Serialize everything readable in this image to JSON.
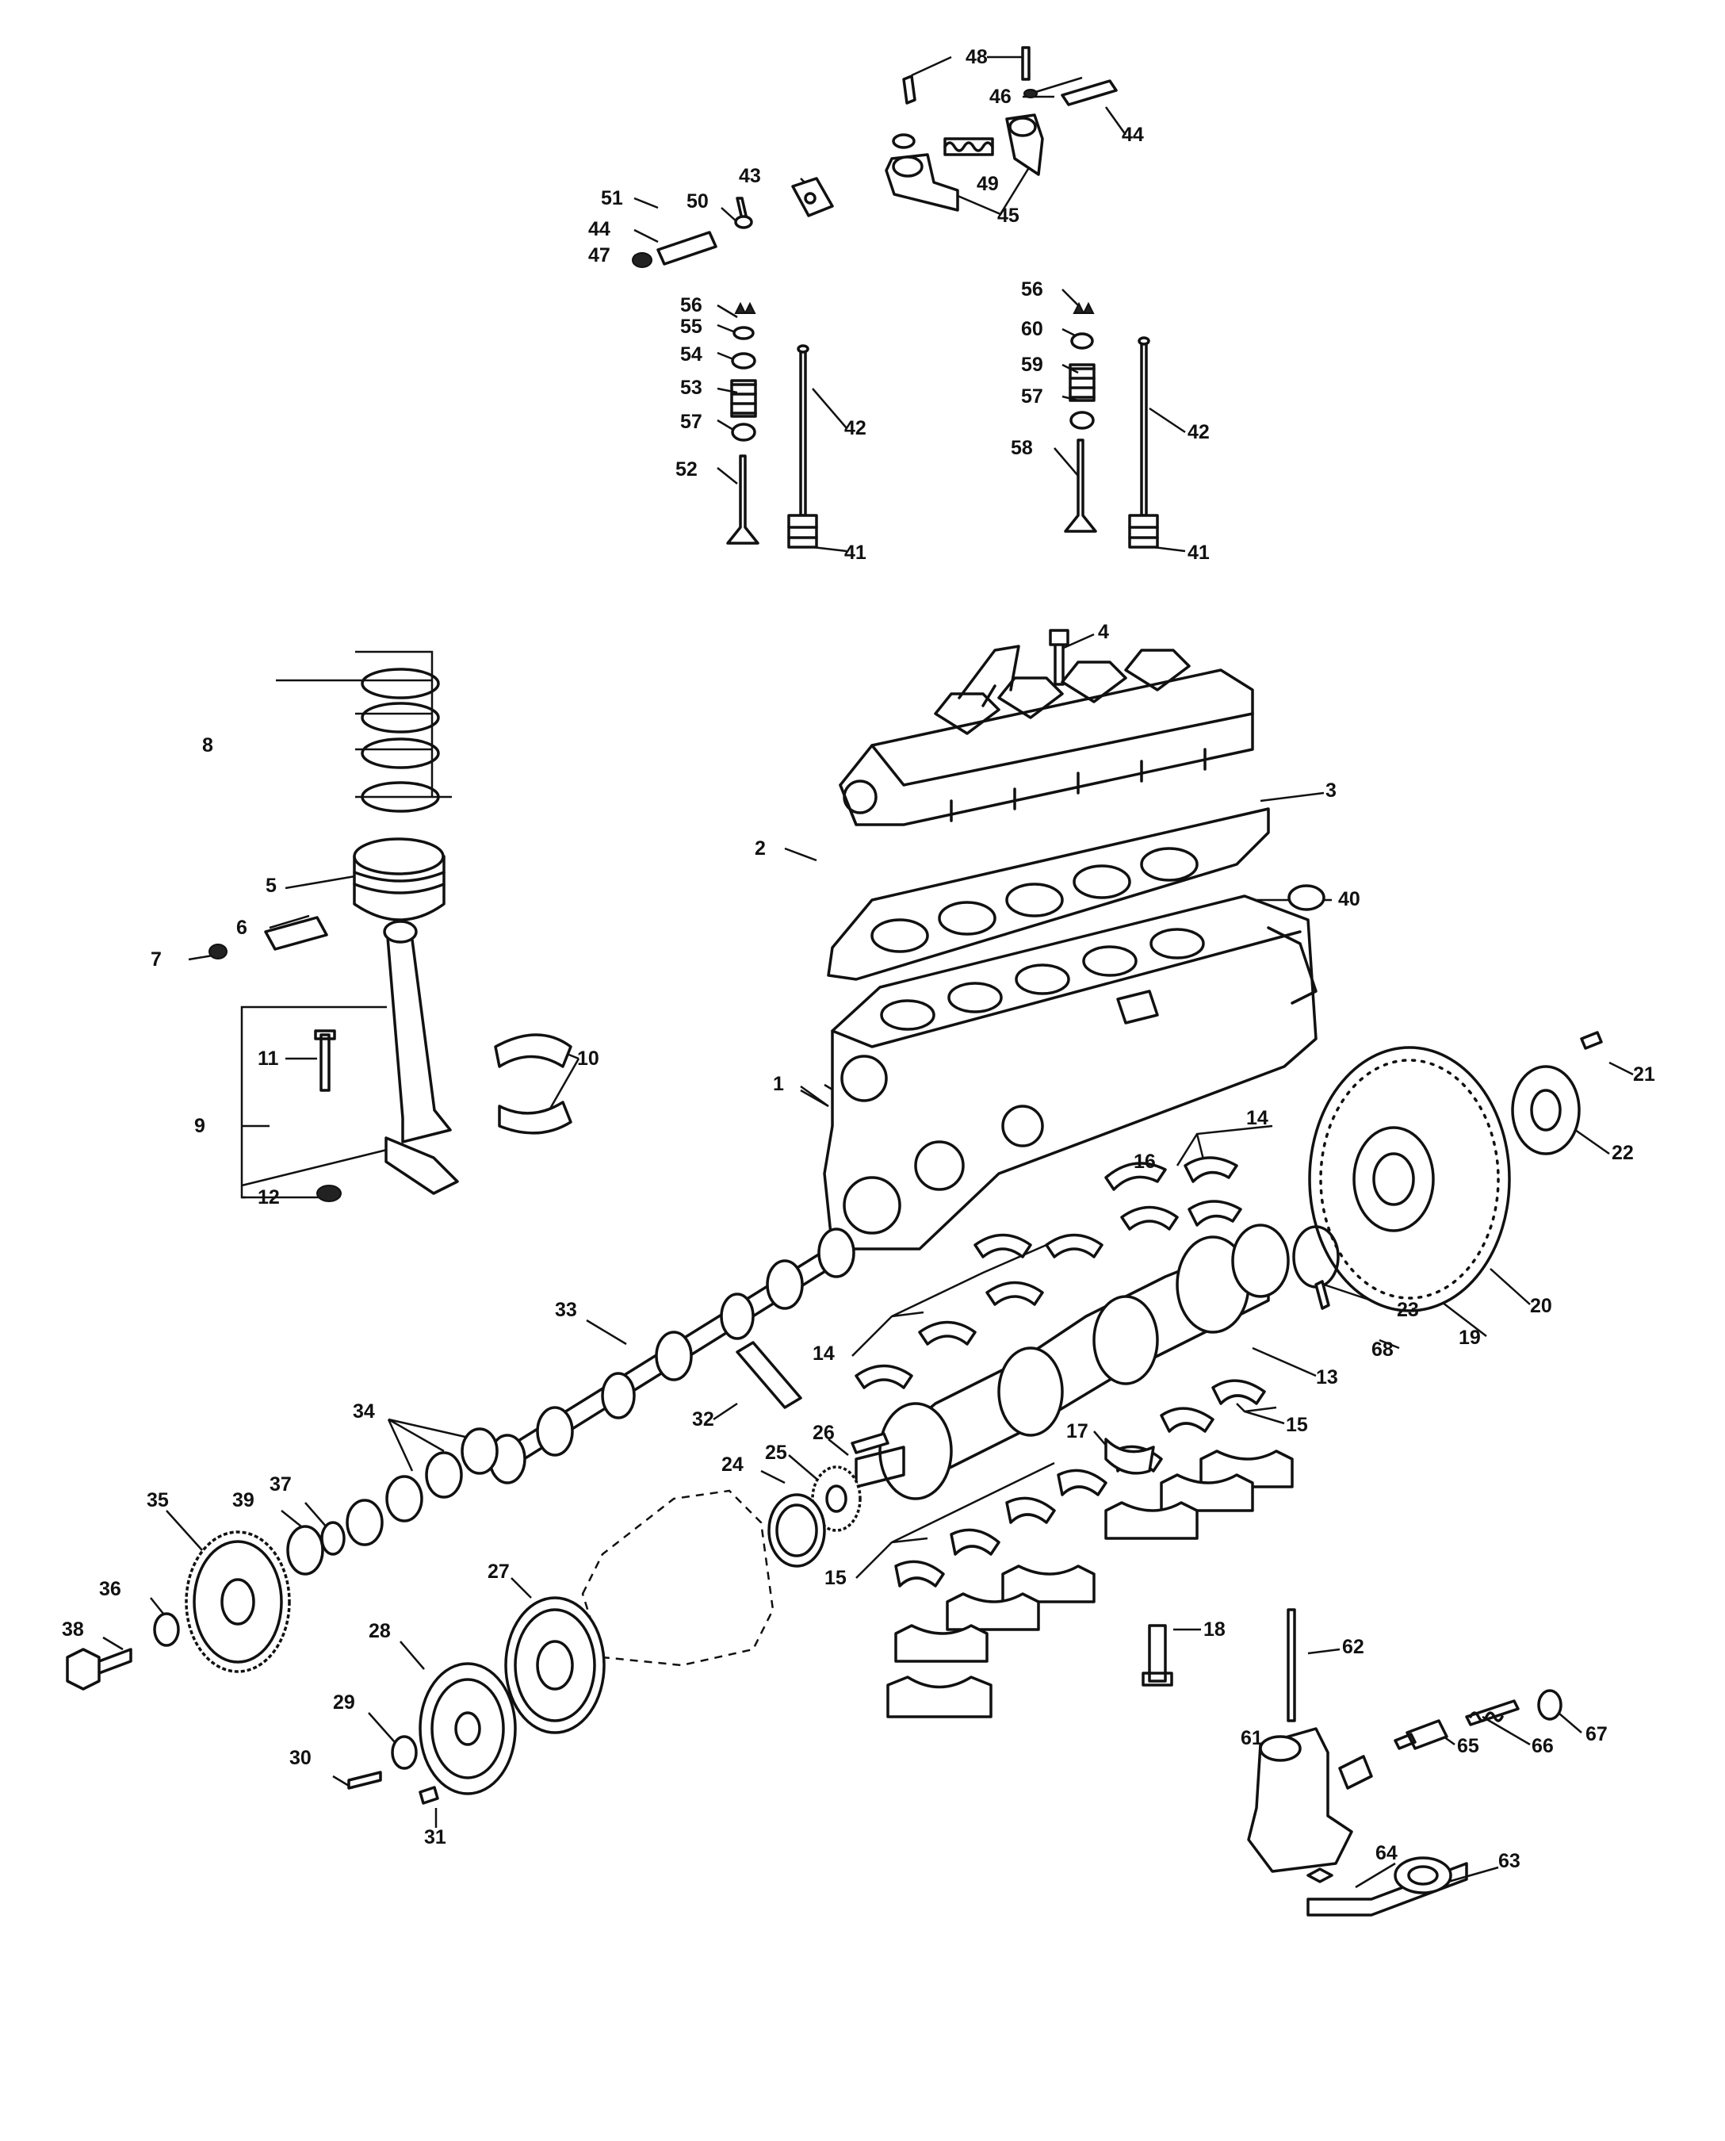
{
  "diagram": {
    "type": "exploded-parts-view",
    "labels": [
      {
        "id": "1",
        "text": "1"
      },
      {
        "id": "2",
        "text": "2"
      },
      {
        "id": "3",
        "text": "3"
      },
      {
        "id": "4",
        "text": "4"
      },
      {
        "id": "5",
        "text": "5"
      },
      {
        "id": "6",
        "text": "6"
      },
      {
        "id": "7",
        "text": "7"
      },
      {
        "id": "8",
        "text": "8"
      },
      {
        "id": "9",
        "text": "9"
      },
      {
        "id": "10",
        "text": "10"
      },
      {
        "id": "11",
        "text": "11"
      },
      {
        "id": "12",
        "text": "12"
      },
      {
        "id": "13",
        "text": "13"
      },
      {
        "id": "14a",
        "text": "14"
      },
      {
        "id": "14b",
        "text": "14"
      },
      {
        "id": "15a",
        "text": "15"
      },
      {
        "id": "15b",
        "text": "15"
      },
      {
        "id": "16",
        "text": "16"
      },
      {
        "id": "17",
        "text": "17"
      },
      {
        "id": "18",
        "text": "18"
      },
      {
        "id": "19",
        "text": "19"
      },
      {
        "id": "20",
        "text": "20"
      },
      {
        "id": "21",
        "text": "21"
      },
      {
        "id": "22",
        "text": "22"
      },
      {
        "id": "23",
        "text": "23"
      },
      {
        "id": "24",
        "text": "24"
      },
      {
        "id": "25",
        "text": "25"
      },
      {
        "id": "26",
        "text": "26"
      },
      {
        "id": "27",
        "text": "27"
      },
      {
        "id": "28",
        "text": "28"
      },
      {
        "id": "29",
        "text": "29"
      },
      {
        "id": "30",
        "text": "30"
      },
      {
        "id": "31",
        "text": "31"
      },
      {
        "id": "32",
        "text": "32"
      },
      {
        "id": "33",
        "text": "33"
      },
      {
        "id": "34",
        "text": "34"
      },
      {
        "id": "35",
        "text": "35"
      },
      {
        "id": "36",
        "text": "36"
      },
      {
        "id": "37",
        "text": "37"
      },
      {
        "id": "38",
        "text": "38"
      },
      {
        "id": "39",
        "text": "39"
      },
      {
        "id": "40",
        "text": "40"
      },
      {
        "id": "41a",
        "text": "41"
      },
      {
        "id": "41b",
        "text": "41"
      },
      {
        "id": "42a",
        "text": "42"
      },
      {
        "id": "42b",
        "text": "42"
      },
      {
        "id": "43",
        "text": "43"
      },
      {
        "id": "44a",
        "text": "44"
      },
      {
        "id": "44b",
        "text": "44"
      },
      {
        "id": "45",
        "text": "45"
      },
      {
        "id": "46",
        "text": "46"
      },
      {
        "id": "47",
        "text": "47"
      },
      {
        "id": "48",
        "text": "48"
      },
      {
        "id": "49",
        "text": "49"
      },
      {
        "id": "50",
        "text": "50"
      },
      {
        "id": "51",
        "text": "51"
      },
      {
        "id": "52",
        "text": "52"
      },
      {
        "id": "53",
        "text": "53"
      },
      {
        "id": "54",
        "text": "54"
      },
      {
        "id": "55",
        "text": "55"
      },
      {
        "id": "56a",
        "text": "56"
      },
      {
        "id": "56b",
        "text": "56"
      },
      {
        "id": "57a",
        "text": "57"
      },
      {
        "id": "57b",
        "text": "57"
      },
      {
        "id": "58",
        "text": "58"
      },
      {
        "id": "59",
        "text": "59"
      },
      {
        "id": "60",
        "text": "60"
      },
      {
        "id": "61",
        "text": "61"
      },
      {
        "id": "62",
        "text": "62"
      },
      {
        "id": "63",
        "text": "63"
      },
      {
        "id": "64",
        "text": "64"
      },
      {
        "id": "65",
        "text": "65"
      },
      {
        "id": "66",
        "text": "66"
      },
      {
        "id": "67",
        "text": "67"
      },
      {
        "id": "68",
        "text": "68"
      }
    ]
  }
}
